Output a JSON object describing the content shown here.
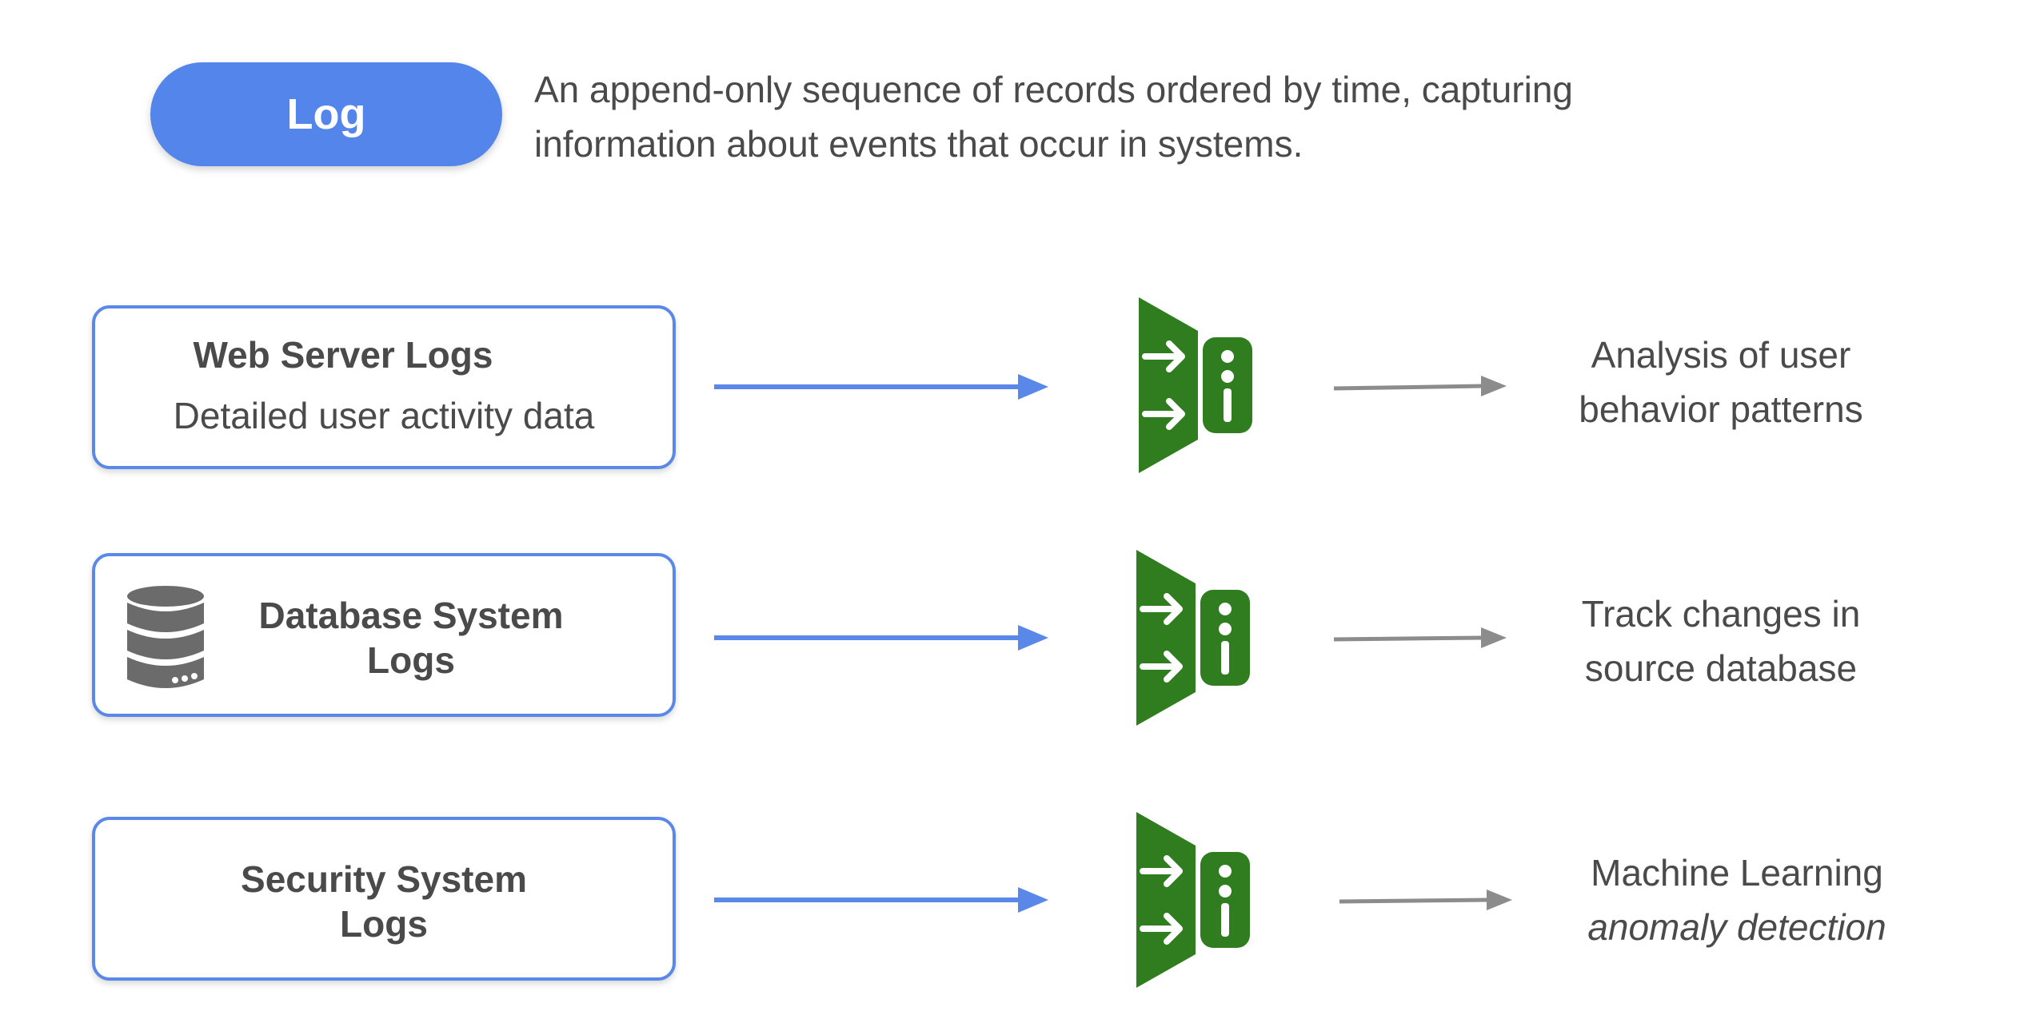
{
  "header": {
    "pill_label": "Log",
    "definition_line1": "An append-only sequence of records ordered by time, capturing",
    "definition_line2": "information about events that occur in systems."
  },
  "rows": [
    {
      "title": "Web Server Logs",
      "subtitle": "Detailed user activity data",
      "outcome_line1": "Analysis of user",
      "outcome_line2": "behavior patterns"
    },
    {
      "title_line1": "Database System",
      "title_line2": "Logs",
      "icon": "database-icon",
      "outcome_line1": "Track changes in",
      "outcome_line2": "source database"
    },
    {
      "title_line1": "Security System",
      "title_line2": "Logs",
      "outcome_line1": "Machine Learning",
      "outcome_line2": "anomaly detection"
    }
  ],
  "colors": {
    "accent_blue": "#5485ea",
    "box_border": "#5a88e8",
    "processor_green": "#2f7d1f",
    "gray_arrow": "#8c8c8c",
    "text": "#4a4a4a"
  },
  "icons": {
    "processor": "log-ingest-server-icon",
    "database": "database-icon"
  }
}
